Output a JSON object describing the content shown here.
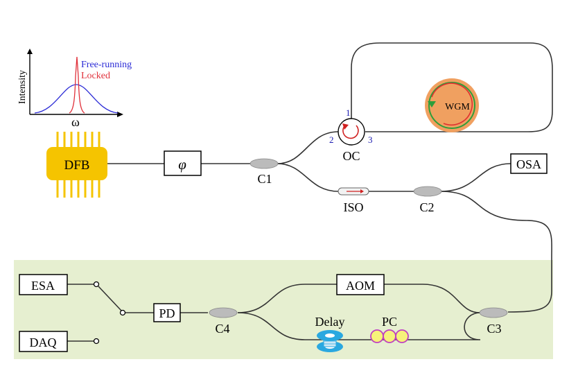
{
  "inset": {
    "ylabel": "Intensity",
    "xlabel": "ω",
    "legend_free": "Free-running",
    "legend_locked": "Locked",
    "free_color": "#2b2bd6",
    "locked_color": "#e0303a"
  },
  "components": {
    "dfb": "DFB",
    "phase": "φ",
    "c1": "C1",
    "c2": "C2",
    "c3": "C3",
    "c4": "C4",
    "oc": "OC",
    "port1": "1",
    "port2": "2",
    "port3": "3",
    "wgm": "WGM",
    "iso": "ISO",
    "osa": "OSA",
    "esa": "ESA",
    "daq": "DAQ",
    "pd": "PD",
    "aom": "AOM",
    "delay": "Delay",
    "pc": "PC"
  },
  "colors": {
    "dfb": "#f5c400",
    "wgm": "#f0a060",
    "panel": "#e6efd0",
    "coupler": "#bbbbbb",
    "delay": "#2aa8e0",
    "pc": "#f6f27a",
    "pc_stroke": "#c040c0",
    "port_text": "#1a1ab0"
  }
}
